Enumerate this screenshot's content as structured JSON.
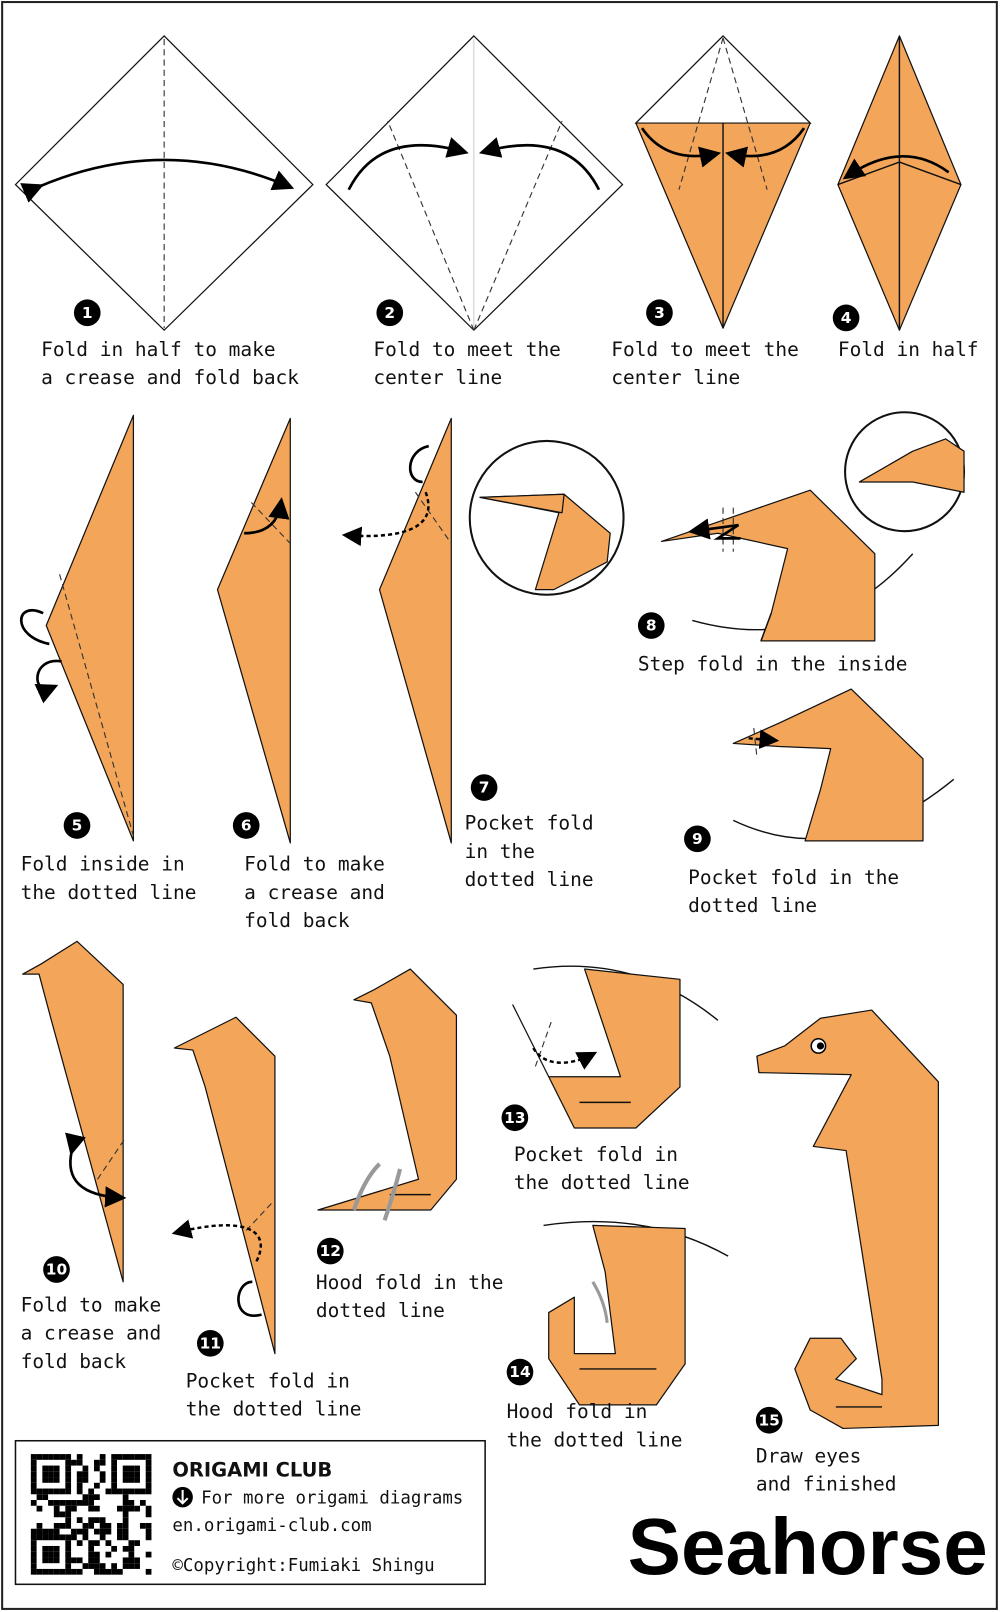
{
  "title": "Seahorse",
  "colors": {
    "paper_orange": "#f3a65a",
    "outline": "#111111"
  },
  "steps": [
    {
      "num": "1",
      "lines": [
        "Fold in half to make",
        "a crease and fold back"
      ]
    },
    {
      "num": "2",
      "lines": [
        "Fold to meet the",
        "center line"
      ]
    },
    {
      "num": "3",
      "lines": [
        "Fold to meet the",
        "center line"
      ]
    },
    {
      "num": "4",
      "lines": [
        "Fold in half"
      ]
    },
    {
      "num": "5",
      "lines": [
        "Fold inside in",
        "the dotted line"
      ]
    },
    {
      "num": "6",
      "lines": [
        "Fold to make",
        "a crease and",
        "fold back"
      ]
    },
    {
      "num": "7",
      "lines": [
        "Pocket fold",
        "in the",
        "dotted line"
      ]
    },
    {
      "num": "8",
      "lines": [
        "Step fold in the inside"
      ]
    },
    {
      "num": "9",
      "lines": [
        "Pocket fold in the",
        "dotted line"
      ]
    },
    {
      "num": "10",
      "lines": [
        "Fold to make",
        "a crease and",
        "fold back"
      ]
    },
    {
      "num": "11",
      "lines": [
        "Pocket fold in",
        "the dotted line"
      ]
    },
    {
      "num": "12",
      "lines": [
        "Hood fold in the",
        "dotted line"
      ]
    },
    {
      "num": "13",
      "lines": [
        "Pocket fold in",
        "the dotted line"
      ]
    },
    {
      "num": "14",
      "lines": [
        "Hood fold in",
        "the dotted line"
      ]
    },
    {
      "num": "15",
      "lines": [
        "Draw eyes",
        "and finished"
      ]
    }
  ],
  "footer": {
    "brand": "ORIGAMI CLUB",
    "more": "For more origami diagrams",
    "url": "en.origami-club.com",
    "copyright": "©Copyright:Fumiaki Shingu",
    "icons": [
      "qr-code",
      "download-arrow-icon"
    ]
  }
}
